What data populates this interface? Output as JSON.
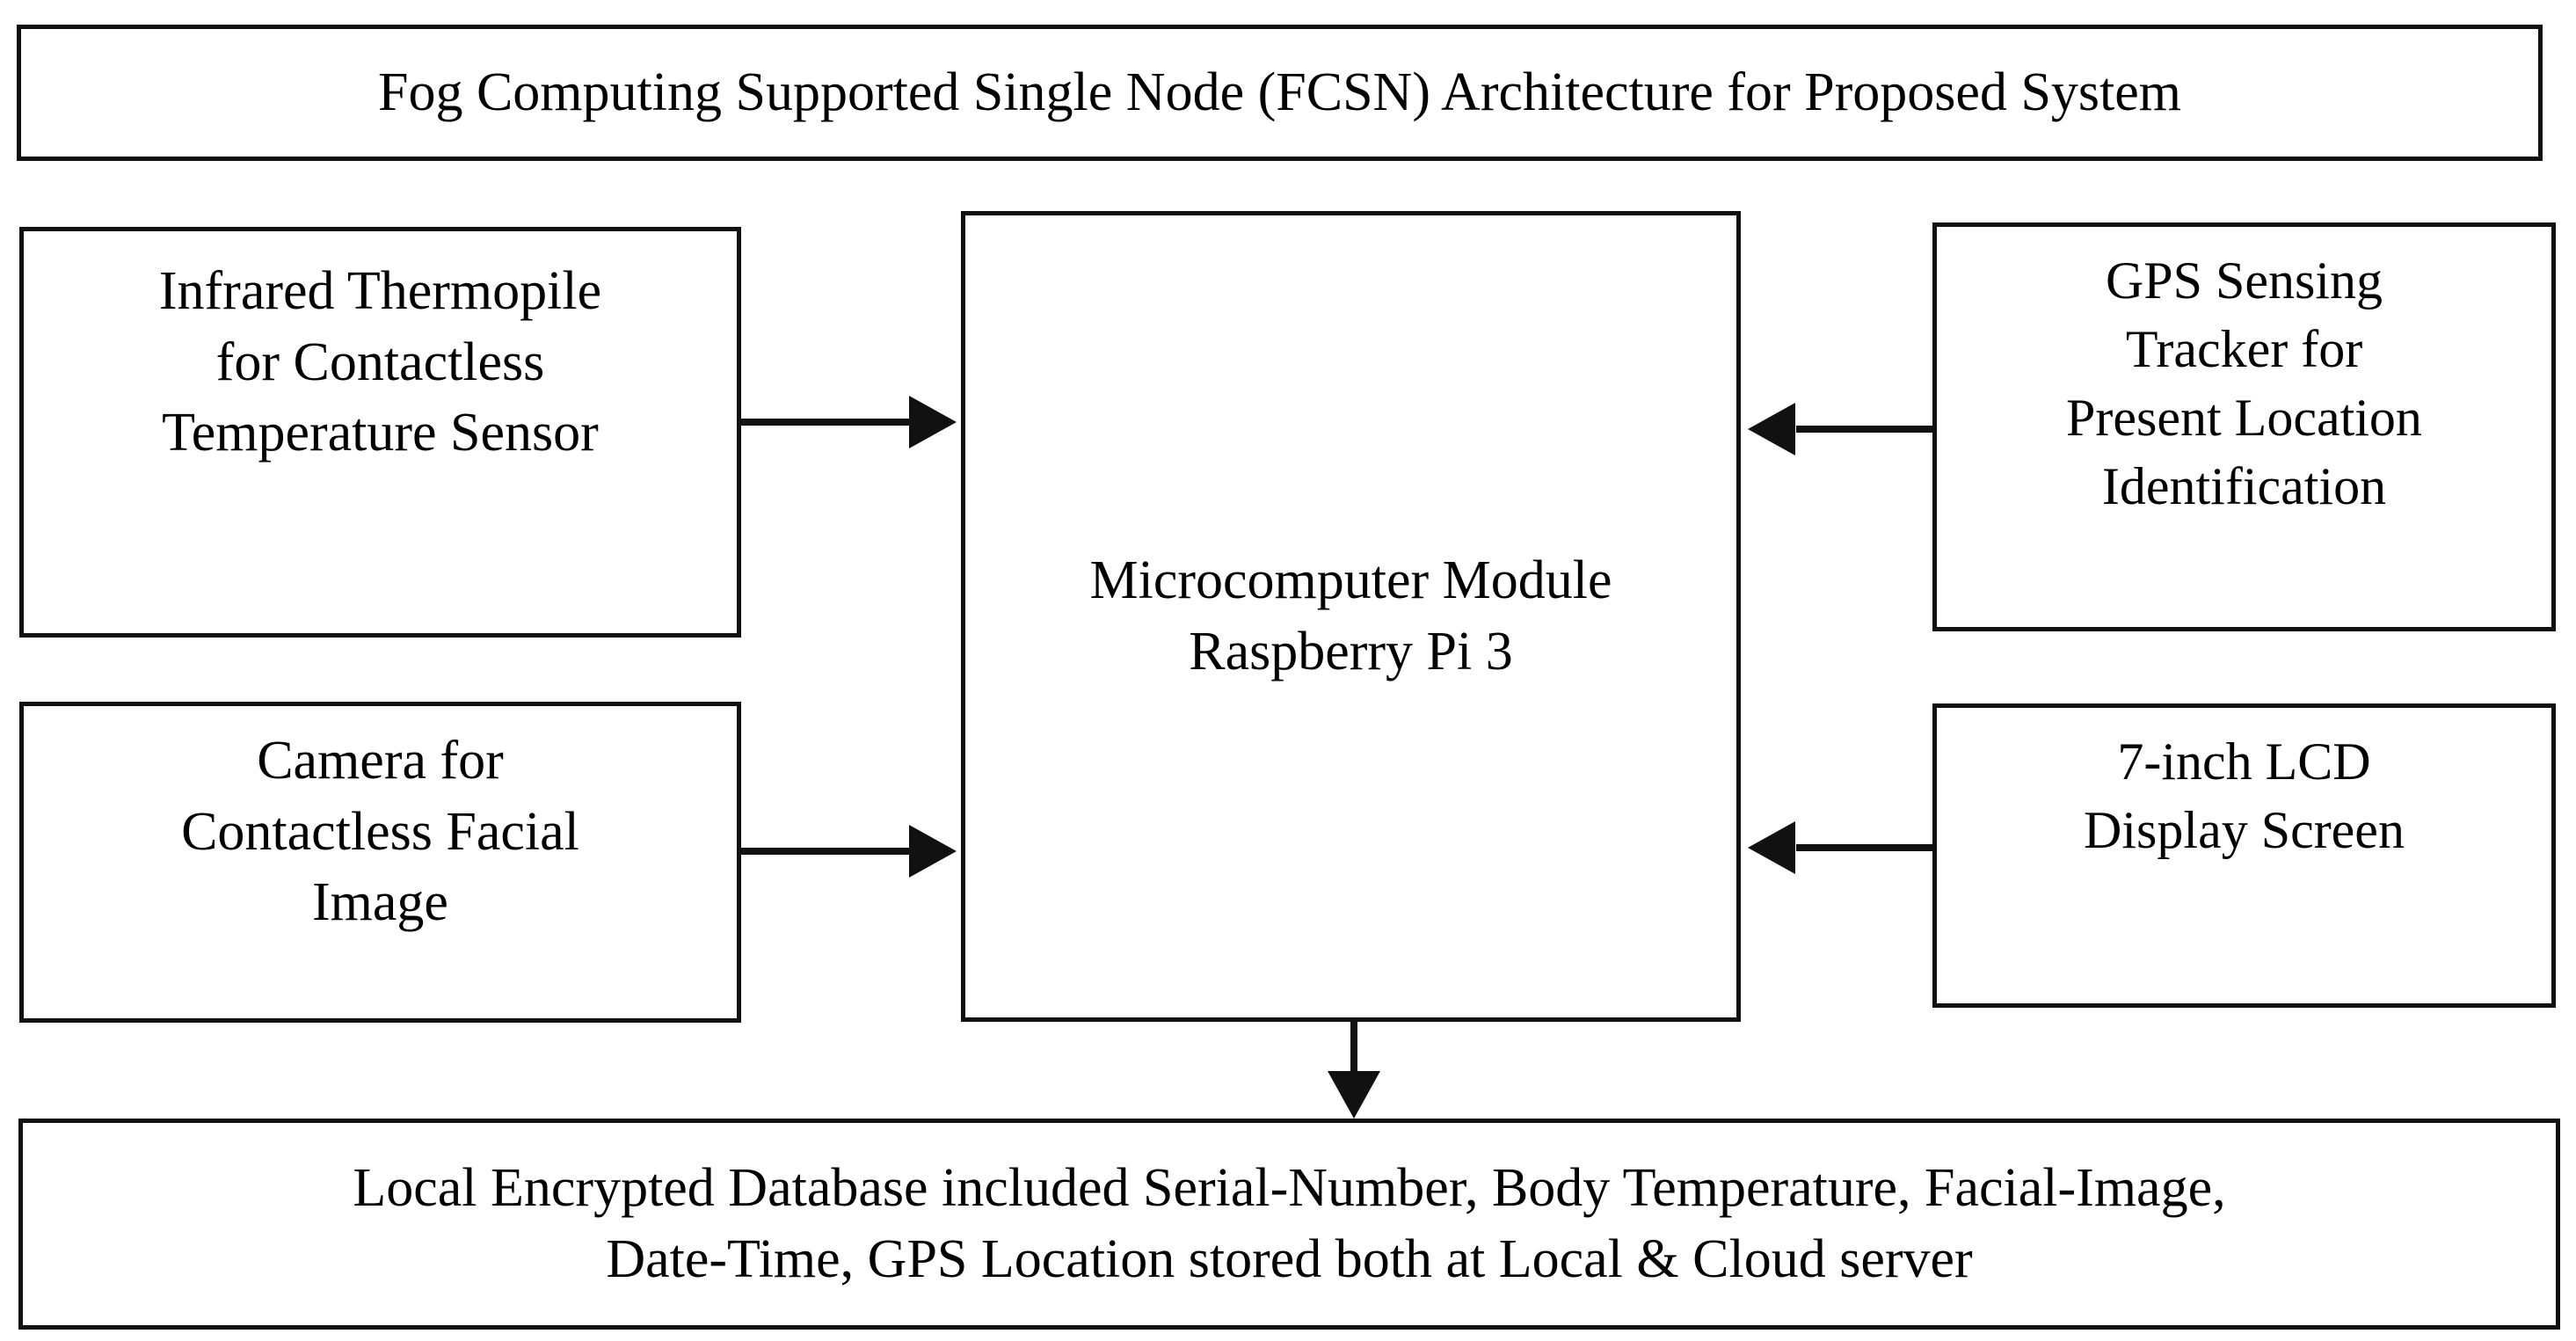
{
  "diagram": {
    "title": "Fog Computing Supported Single Node (FCSN) Architecture for Proposed System",
    "title_box": {
      "label": "Fog Computing Supported Single Node (FCSN) Architecture for Proposed System"
    },
    "nodes": {
      "infrared_sensor": {
        "line1": "Infrared Thermopile",
        "line2": "for Contactless",
        "line3": "Temperature Sensor"
      },
      "camera": {
        "line1": "Camera for",
        "line2": "Contactless Facial",
        "line3": "Image"
      },
      "core": {
        "line1": "Microcomputer Module",
        "line2": "Raspberry Pi 3"
      },
      "gps": {
        "line1": "GPS Sensing",
        "line2": "Tracker for",
        "line3": "Present Location",
        "line4": "Identification"
      },
      "lcd": {
        "line1": "7-inch LCD",
        "line2": "Display Screen"
      },
      "database": {
        "line1": "Local Encrypted Database included Serial-Number, Body Temperature, Facial-Image,",
        "line2": "Date-Time, GPS Location stored both at Local & Cloud server"
      }
    },
    "connectors": [
      {
        "from": "infrared_sensor",
        "to": "core",
        "direction": "right"
      },
      {
        "from": "camera",
        "to": "core",
        "direction": "right"
      },
      {
        "from": "gps",
        "to": "core",
        "direction": "left"
      },
      {
        "from": "lcd",
        "to": "core",
        "direction": "left"
      },
      {
        "from": "core",
        "to": "database",
        "direction": "down"
      }
    ],
    "colors": {
      "stroke": "#111111",
      "background": "#ffffff",
      "text": "#000000"
    }
  }
}
